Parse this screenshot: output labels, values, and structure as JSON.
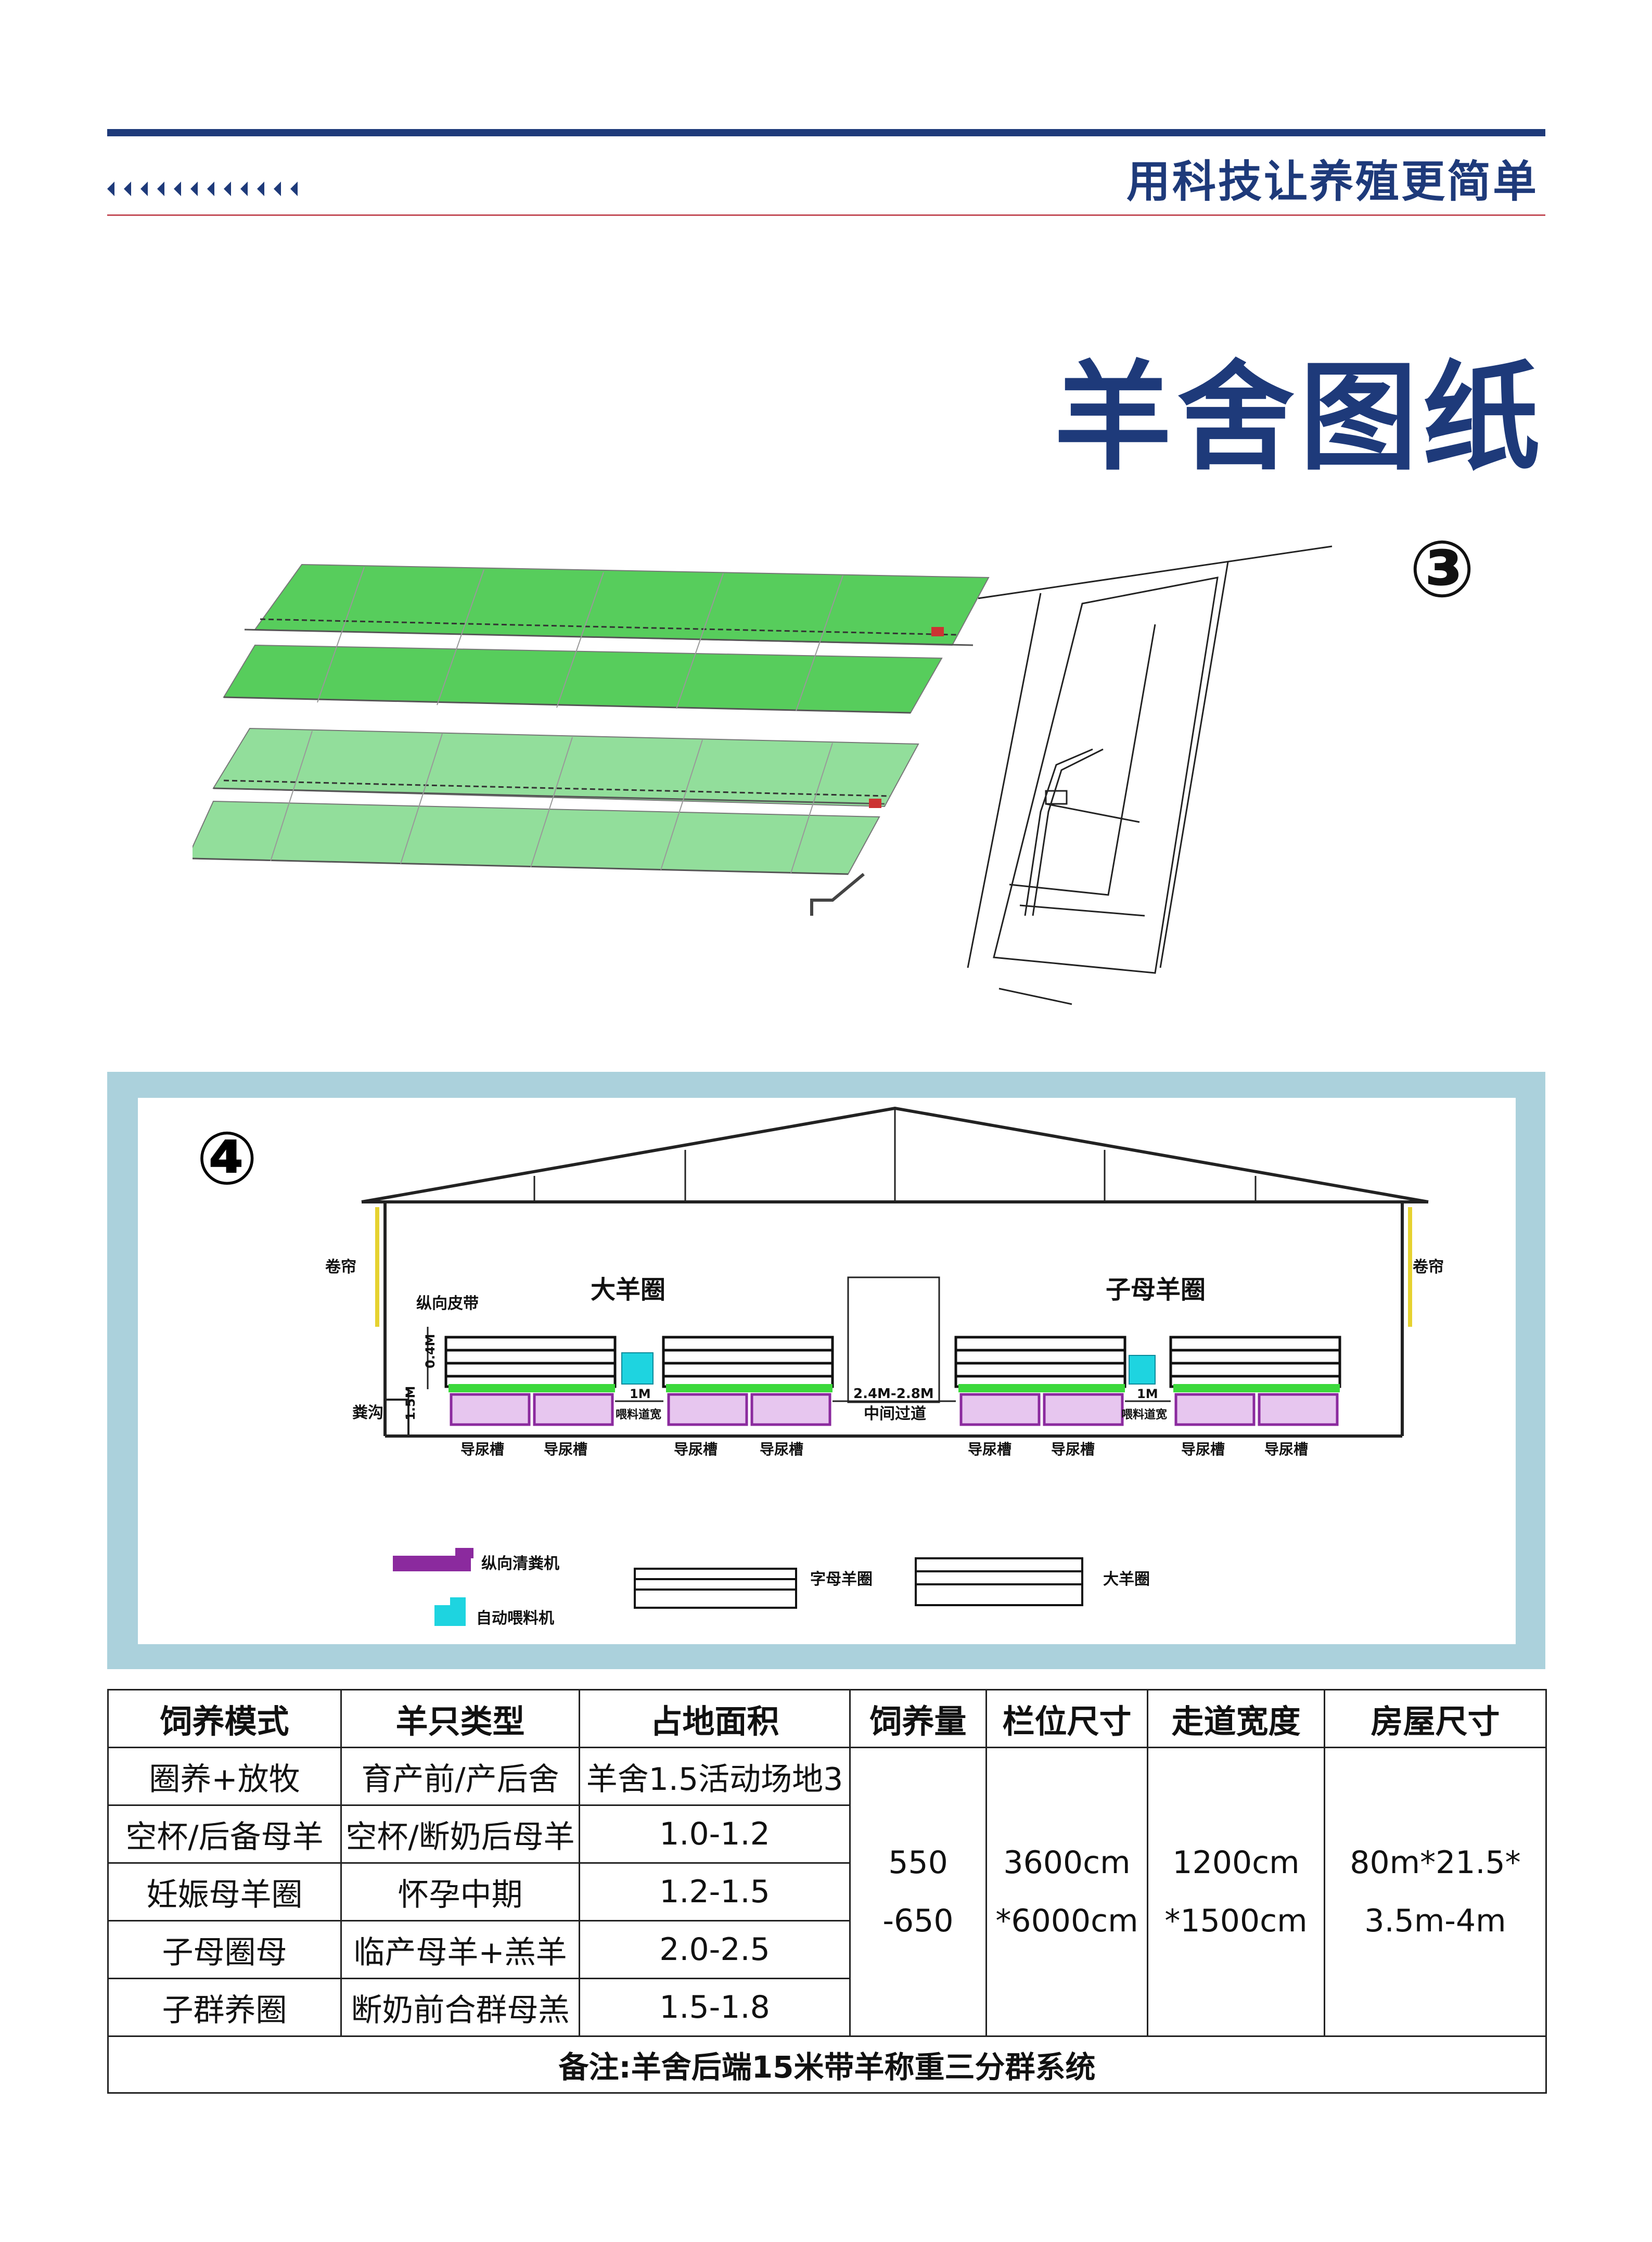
{
  "header": {
    "slogan": "用科技让养殖更简单"
  },
  "page_title": "羊舍图纸",
  "figure3": {
    "number": "③"
  },
  "figure4": {
    "number": "④",
    "labels": {
      "big_pen": "大羊圈",
      "ewe_lamb_pen": "子母羊圈",
      "curtain_left": "卷帘",
      "curtain_right": "卷帘",
      "belt": "纵向皮带",
      "ditch": "粪沟",
      "dim_04": "0.4M",
      "dim_15": "1.5M",
      "dim_1m_a": "1M",
      "feed_aisle_a": "喂料道宽",
      "dim_mid": "2.4M-2.8M",
      "mid_aisle": "中间过道",
      "dim_1m_b": "1M",
      "feed_aisle_b": "喂料道宽",
      "trough": [
        "导尿槽",
        "导尿槽",
        "导尿槽",
        "导尿槽",
        "导尿槽",
        "导尿槽",
        "导尿槽",
        "导尿槽"
      ]
    },
    "legend": {
      "cleaner": "纵向清粪机",
      "feeder": "自动喂料机",
      "ewe_fence": "字母羊圈",
      "big_fence": "大羊圈"
    }
  },
  "table": {
    "headers": [
      "饲养模式",
      "羊只类型",
      "占地面积",
      "饲养量",
      "栏位尺寸",
      "走道宽度",
      "房屋尺寸"
    ],
    "rows": [
      [
        "圈养+放牧",
        "育产前/产后舍",
        "羊舍1.5活动场地3"
      ],
      [
        "空杯/后备母羊",
        "空杯/断奶后母羊",
        "1.0-1.2"
      ],
      [
        "妊娠母羊圈",
        "怀孕中期",
        "1.2-1.5"
      ],
      [
        "子母圈母",
        "临产母羊+羔羊",
        "2.0-2.5"
      ],
      [
        "子群养圈",
        "断奶前合群母羔",
        "1.5-1.8"
      ]
    ],
    "feed_amount": [
      "550",
      "-650"
    ],
    "pen_size": [
      "3600cm",
      "*6000cm"
    ],
    "aisle_width": [
      "1200cm",
      "*1500cm"
    ],
    "house_size": [
      "80m*21.5*",
      "3.5m-4m"
    ],
    "note": "备注:羊舍后端15米带羊称重三分群系统"
  },
  "colors": {
    "brand_blue": "#1e3a7a",
    "red_line": "#c4505a",
    "frame_blue": "#abd1dc",
    "pen_green": "#3bd93b",
    "cleaner_purple": "#8b2a9e",
    "feeder_cyan": "#1ed4e0"
  }
}
